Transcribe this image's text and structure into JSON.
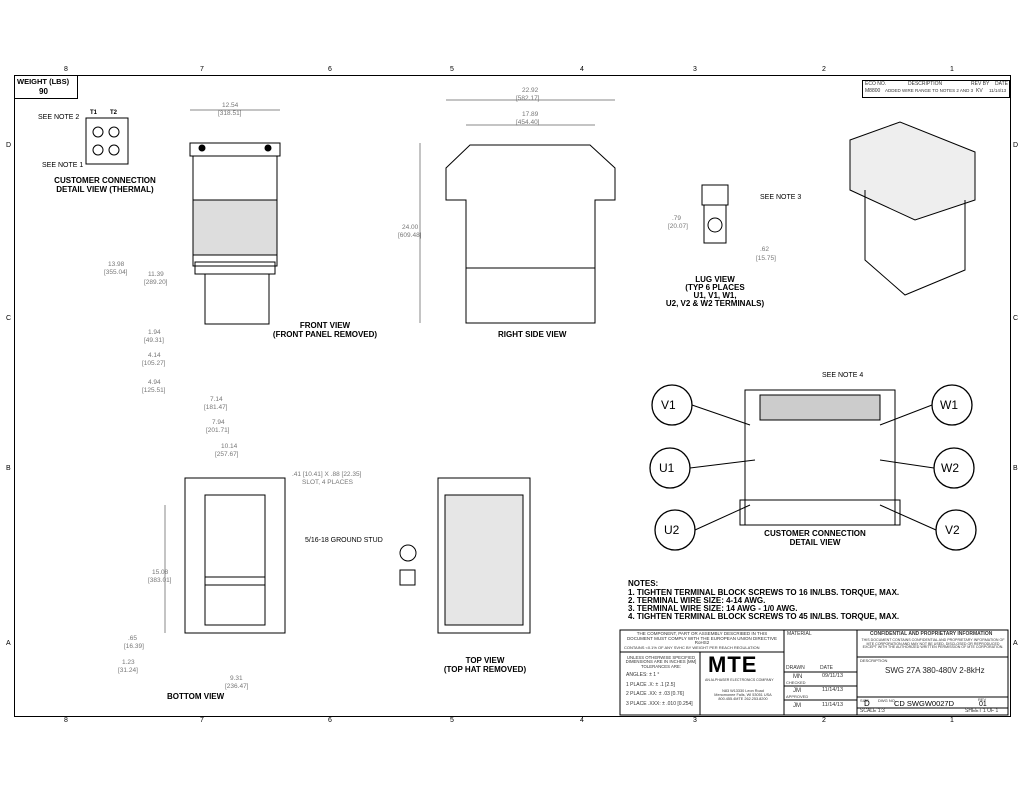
{
  "zones": {
    "top": [
      "8",
      "7",
      "6",
      "5",
      "4",
      "3",
      "2",
      "1"
    ],
    "side": [
      "D",
      "C",
      "B",
      "A"
    ]
  },
  "weight": {
    "label": "WEIGHT (LBS)",
    "value": "90"
  },
  "revision": {
    "headers": [
      "ECO NO.",
      "DESCRIPTION",
      "REV BY",
      "DATE"
    ],
    "eco": "M8800",
    "description": "ADDED WIRE RANGE TO NOTES 2 AND 3",
    "rev_by": "KV",
    "date": "11/14/13"
  },
  "thermal": {
    "t1": "T1",
    "t2": "T2",
    "note2": "SEE NOTE 2",
    "note1": "SEE NOTE 1",
    "title1": "CUSTOMER CONNECTION",
    "title2": "DETAIL VIEW (THERMAL)"
  },
  "front": {
    "width": "12.54",
    "width_mm": "[318.51]",
    "h1": "13.98",
    "h1_mm": "[355.04]",
    "h2": "11.39",
    "h2_mm": "[289.20]",
    "d1": "1.94",
    "d1_mm": "[49.31]",
    "d2": "4.14",
    "d2_mm": "[105.27]",
    "d3": "4.94",
    "d3_mm": "[125.51]",
    "d4": "7.14",
    "d4_mm": "[181.47]",
    "d5": "7.94",
    "d5_mm": "[201.71]",
    "d6": "10.14",
    "d6_mm": "[257.67]",
    "title1": "FRONT VIEW",
    "title2": "(FRONT PANEL REMOVED)"
  },
  "side": {
    "w1": "22.92",
    "w1_mm": "[582.17]",
    "w2": "17.89",
    "w2_mm": "[454.40]",
    "h": "24.00",
    "h_mm": "[609.48]",
    "title": "RIGHT SIDE VIEW"
  },
  "lug": {
    "note": "SEE NOTE 3",
    "h": ".79",
    "h_mm": "[20.07]",
    "w": ".62",
    "w_mm": "[15.75]",
    "title": [
      "LUG VIEW",
      "(TYP 6 PLACES",
      "U1, V1, W1,",
      "U2, V2 & W2 TERMINALS)"
    ]
  },
  "detail": {
    "note4": "SEE NOTE 4",
    "terminals": [
      "V1",
      "W1",
      "U1",
      "W2",
      "U2",
      "V2"
    ],
    "title1": "CUSTOMER CONNECTION",
    "title2": "DETAIL VIEW"
  },
  "bottom": {
    "slot": ".41 [10.41] X .88 [22.35]",
    "slot2": "SLOT, 4 PLACES",
    "h": "15.08",
    "h_mm": "[383.01]",
    "a": ".65",
    "a_mm": "[16.39]",
    "b": "1.23",
    "b_mm": "[31.24]",
    "c": "9.31",
    "c_mm": "[236.47]",
    "title": "BOTTOM VIEW"
  },
  "top": {
    "stud": "5/16-18 GROUND STUD",
    "title1": "TOP VIEW",
    "title2": "(TOP HAT REMOVED)"
  },
  "notes": {
    "title": "NOTES:",
    "items": [
      "1.  TIGHTEN TERMINAL BLOCK SCREWS TO 16 IN/LBS. TORQUE, MAX.",
      "2.  TERMINAL WIRE SIZE: 4-14 AWG.",
      "3.  TERMINAL WIRE SIZE: 14 AWG - 1/0 AWG.",
      "4.  TIGHTEN TERMINAL BLOCK SCREWS TO 45 IN/LBS. TORQUE, MAX."
    ]
  },
  "titleblock": {
    "rohs": "THE COMPONENT, PART OR ASSEMBLY DESCRIBED IN THIS DOCUMENT MUST COMPLY WITH THE EUROPEAN UNION DIRECTIVE RoHS2",
    "reach": "CONTAINS <0.1% OF ANY SVHC BY WEIGHT PER REACH REGULATION",
    "tol_head": "UNLESS OTHERWISE SPECIFIED DIMENSIONS ARE IN INCHES [MM] TOLERANCES ARE:",
    "angles": "ANGLES: ± 1 °",
    "p1": "1 PLACE .X: ± .1 [2.5]",
    "p2": "2 PLACE .XX: ± .03 [0.76]",
    "p3": "3 PLACE .XXX: ± .010 [0.254]",
    "logo": "MTE",
    "logo_sub": "AN ALPHASER ELECTRONICS COMPANY",
    "address": "N83 W13330 Leon Road Menomonee Falls, WI 53051 USA 800.455.4MTE 262.253.8200",
    "material": "MATERIAL",
    "conf_title": "CONFIDENTIAL AND PROPRIETARY INFORMATION",
    "conf_text": "THIS DOCUMENT CONTAINS CONFIDENTIAL AND PROPRIETARY INFORMATION OF MTE CORPORATION AND MAY NOT BE USED, DISCLOSED OR REPRODUCED EXCEPT WITH THE AUTHORIZED WRITTEN PERMISSION OF MTE CORPORATION.",
    "desc_label": "DESCRIPTION",
    "description": "SWG 27A 380-480V 2-8kHz",
    "drawn_label": "DRAWN",
    "drawn": "MN",
    "drawn_date": "09/11/13",
    "checked_label": "CHECKED",
    "checked": "JM",
    "checked_date": "11/14/13",
    "approved_label": "APPROVED",
    "approved": "JM",
    "approved_date": "11/14/13",
    "date_label": "DATE",
    "size_label": "SIZE",
    "size": "D",
    "dwg_label": "DWG NO.",
    "dwg": "CD SWGW0027D",
    "rev_label": "REV",
    "rev": "01",
    "scale": "SCALE  1:3",
    "sheet": "SHEET 1  OF 1"
  }
}
